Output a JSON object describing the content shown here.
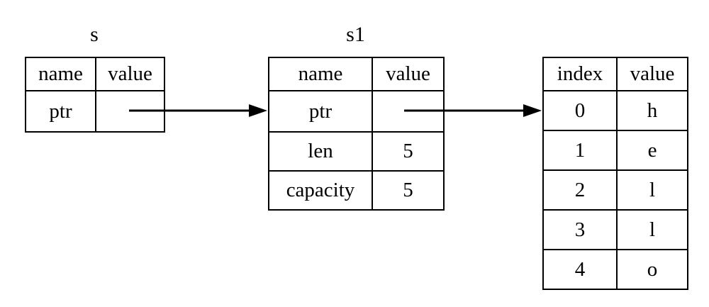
{
  "colors": {
    "border": "#000000",
    "background": "#ffffff",
    "text": "#000000",
    "arrow": "#000000"
  },
  "tables": {
    "s": {
      "title": "s",
      "headers": [
        "name",
        "value"
      ],
      "rows": [
        {
          "name": "ptr",
          "value": ""
        }
      ]
    },
    "s1": {
      "title": "s1",
      "headers": [
        "name",
        "value"
      ],
      "rows": [
        {
          "name": "ptr",
          "value": ""
        },
        {
          "name": "len",
          "value": "5"
        },
        {
          "name": "capacity",
          "value": "5"
        }
      ]
    },
    "heap": {
      "headers": [
        "index",
        "value"
      ],
      "rows": [
        {
          "index": "0",
          "value": "h"
        },
        {
          "index": "1",
          "value": "e"
        },
        {
          "index": "2",
          "value": "l"
        },
        {
          "index": "3",
          "value": "l"
        },
        {
          "index": "4",
          "value": "o"
        }
      ]
    }
  },
  "arrows": [
    {
      "name": "s-ptr-to-s1",
      "from": "s.ptr.value",
      "to": "s1"
    },
    {
      "name": "s1-ptr-to-heap",
      "from": "s1.ptr.value",
      "to": "heap"
    }
  ]
}
